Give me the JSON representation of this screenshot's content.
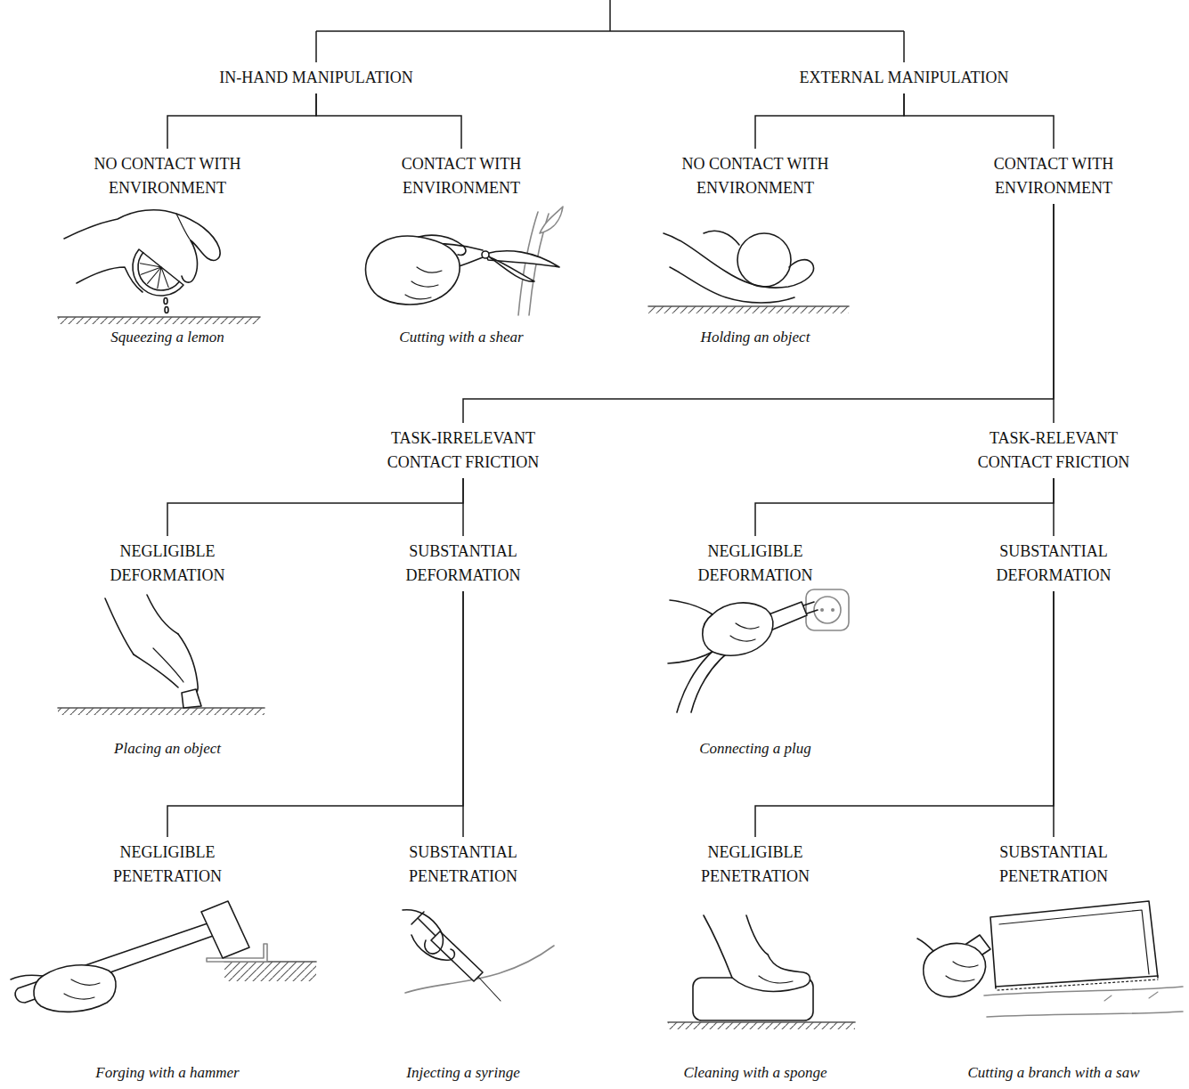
{
  "diagram": {
    "nodes": [
      {
        "text": [
          "IN-HAND MANIPULATION"
        ]
      },
      {
        "text": [
          "EXTERNAL MANIPULATION"
        ]
      },
      {
        "text": [
          "NO CONTACT WITH ENVIRONMENT",
          "Squeezing a lemon"
        ]
      },
      {
        "text": [
          "CONTACT WITH ENVIRONMENT",
          "Cutting with a shear"
        ]
      },
      {
        "text": [
          "NO CONTACT WITH ENVIRONMENT",
          "Holding an object"
        ]
      },
      {
        "text": [
          "CONTACT WITH ENVIRONMENT"
        ]
      },
      {
        "text": [
          "TASK-IRRELEVANT CONTACT FRICTION"
        ]
      },
      {
        "text": [
          "TASK-RELEVANT CONTACT FRICTION"
        ]
      },
      {
        "text": [
          "NEGLIGIBLE DEFORMATION",
          "Placing an object"
        ]
      },
      {
        "text": [
          "SUBSTANTIAL DEFORMATION"
        ]
      },
      {
        "text": [
          "NEGLIGIBLE DEFORMATION",
          "Connecting a plug"
        ]
      },
      {
        "text": [
          "SUBSTANTIAL DEFORMATION"
        ]
      },
      {
        "text": [
          "NEGLIGIBLE PENETRATION",
          "Forging with a hammer"
        ]
      },
      {
        "text": [
          "SUBSTANTIAL PENETRATION",
          "Injecting a syringe"
        ]
      },
      {
        "text": [
          "NEGLIGIBLE PENETRATION",
          "Cleaning with a sponge"
        ]
      },
      {
        "text": [
          "SUBSTANTIAL PENETRATION",
          "Cutting a branch with a saw"
        ]
      }
    ],
    "edges": [
      {
        "from": 0,
        "to": 2,
        "arrow": "none"
      },
      {
        "from": 0,
        "to": 3,
        "arrow": "none"
      },
      {
        "from": 1,
        "to": 4,
        "arrow": "none"
      },
      {
        "from": 1,
        "to": 5,
        "arrow": "none"
      },
      {
        "from": 5,
        "to": 6,
        "arrow": "none"
      },
      {
        "from": 5,
        "to": 7,
        "arrow": "none"
      },
      {
        "from": 6,
        "to": 8,
        "arrow": "none"
      },
      {
        "from": 6,
        "to": 9,
        "arrow": "none"
      },
      {
        "from": 7,
        "to": 10,
        "arrow": "none"
      },
      {
        "from": 7,
        "to": 11,
        "arrow": "none"
      },
      {
        "from": 9,
        "to": 12,
        "arrow": "none"
      },
      {
        "from": 9,
        "to": 13,
        "arrow": "none"
      },
      {
        "from": 11,
        "to": 14,
        "arrow": "none"
      },
      {
        "from": 11,
        "to": 15,
        "arrow": "none"
      }
    ]
  }
}
